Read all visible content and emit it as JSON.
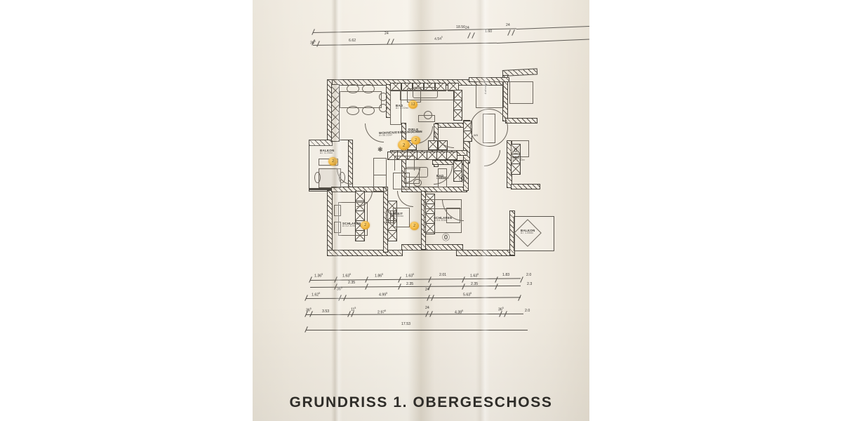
{
  "document": {
    "title": "GRUNDRISS 1. OBERGESCHOSS",
    "kind": "architectural-floor-plan-photo",
    "language": "de"
  },
  "colors": {
    "paper": "#f2ece2",
    "ink": "#3a3733",
    "marker_orange": "#f2b944",
    "marker_text": "#5c4410"
  },
  "rooms": [
    {
      "id": "wohnen",
      "name": "WOHNEN/ESSEN/KOCHEN",
      "area": "A=38.20m²",
      "marker": "2"
    },
    {
      "id": "balkon_l",
      "name": "BALKON",
      "area": "A=  4.25m²",
      "marker": "2"
    },
    {
      "id": "bad_o",
      "name": "BAD",
      "area": "A=  3.02m²",
      "marker": "12"
    },
    {
      "id": "diele",
      "name": "DIELE",
      "area": "A=10.60m²",
      "marker": "2"
    },
    {
      "id": "abst",
      "name": "ABST.",
      "area": "A=  1.73m²",
      "marker": "2"
    },
    {
      "id": "bad_m",
      "name": "BAD",
      "area": "A=  5.34m²",
      "marker": "2"
    },
    {
      "id": "schlafen_l",
      "name": "SCHLAFEN",
      "area": "A=12.42m²",
      "marker": "2"
    },
    {
      "id": "arbeit",
      "name": "ARBEIT",
      "area": "A=10.50m²",
      "marker": "2"
    },
    {
      "id": "schlafen_r",
      "name": "SCHLAFEN",
      "area": "A=14.30m²",
      "marker": "2"
    },
    {
      "id": "balkon_r",
      "name": "BALKON",
      "area": "A=  1.85m²",
      "marker": ""
    }
  ],
  "annotations": {
    "elevator": "Aufzug",
    "stair_mark": "W3"
  },
  "dimensions": {
    "top_row_outer": [
      {
        "value": "18.56"
      }
    ],
    "top_row_inner": [
      {
        "value": "36",
        "sup": "5"
      },
      {
        "value": "6.62"
      },
      {
        "value": "24"
      },
      {
        "value": "4.54",
        "sup": "5"
      },
      {
        "value": "24"
      },
      {
        "value": "1.60"
      },
      {
        "value": "24"
      }
    ],
    "bottom_row_1": [
      {
        "value": "1.36",
        "sup": "5"
      },
      {
        "value": "1.63",
        "sup": "5"
      },
      {
        "value": "1.86",
        "sup": "5"
      },
      {
        "value": "1.63",
        "sup": "5"
      },
      {
        "value": "2.01"
      },
      {
        "value": "1.63",
        "sup": "5"
      },
      {
        "value": "1.83"
      },
      {
        "value": "2.0"
      }
    ],
    "bottom_row_2": [
      {
        "value": "2.35"
      },
      {
        "value": "2.35"
      },
      {
        "value": "2.35"
      },
      {
        "value": "2.3"
      }
    ],
    "bottom_row_3": [
      {
        "value": "1.62",
        "sup": "5"
      },
      {
        "value": "36",
        "sup": "5"
      },
      {
        "value": "4.99",
        "sup": "5"
      },
      {
        "value": "24"
      },
      {
        "value": "5.63",
        "sup": "5"
      }
    ],
    "bottom_row_4": [
      {
        "value": "36",
        "sup": "5"
      },
      {
        "value": "3.53"
      },
      {
        "value": "11",
        "sup": "5"
      },
      {
        "value": "2.97",
        "sup": "5"
      },
      {
        "value": "24"
      },
      {
        "value": "4.38",
        "sup": "5"
      },
      {
        "value": "36",
        "sup": "5"
      },
      {
        "value": "2.0"
      }
    ],
    "bottom_total": {
      "value": "17.53"
    }
  }
}
